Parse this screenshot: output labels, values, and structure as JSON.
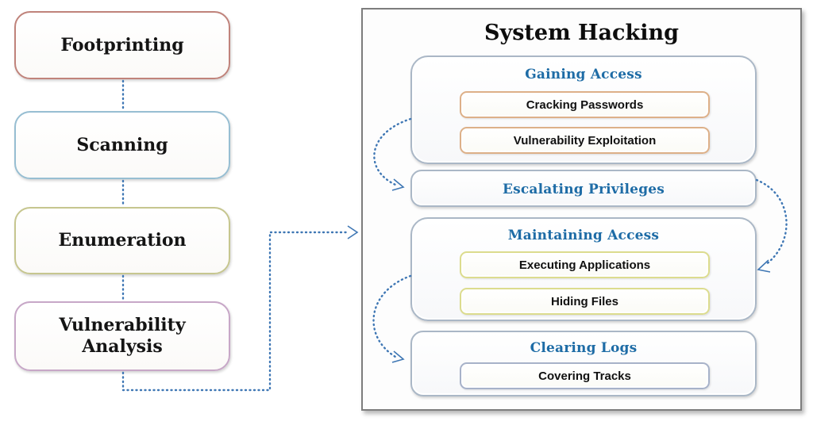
{
  "left_phases": [
    {
      "label": "Footprinting",
      "border_color": "#c0837b"
    },
    {
      "label": "Scanning",
      "border_color": "#97bed2"
    },
    {
      "label": "Enumeration",
      "border_color": "#c6c68f"
    },
    {
      "label": "Vulnerability Analysis",
      "border_color": "#c7a7c7"
    }
  ],
  "system_hacking": {
    "title": "System Hacking",
    "stages": [
      {
        "title": "Gaining Access",
        "items": [
          {
            "label": "Cracking Passwords",
            "border_color": "#ddb088"
          },
          {
            "label": "Vulnerability Exploitation",
            "border_color": "#ddb088"
          }
        ]
      },
      {
        "title": "Escalating Privileges",
        "items": []
      },
      {
        "title": "Maintaining Access",
        "items": [
          {
            "label": "Executing Applications",
            "border_color": "#dcdc8e"
          },
          {
            "label": "Hiding Files",
            "border_color": "#dcdc8e"
          }
        ]
      },
      {
        "title": "Clearing Logs",
        "items": [
          {
            "label": "Covering Tracks",
            "border_color": "#a7b2c9"
          }
        ]
      }
    ]
  },
  "colors": {
    "connector": "#3f77b4",
    "stage_title": "#1e6ca6",
    "stage_border": "#aab7c6",
    "outer_border": "#7d7d7d",
    "text": "#111111"
  }
}
